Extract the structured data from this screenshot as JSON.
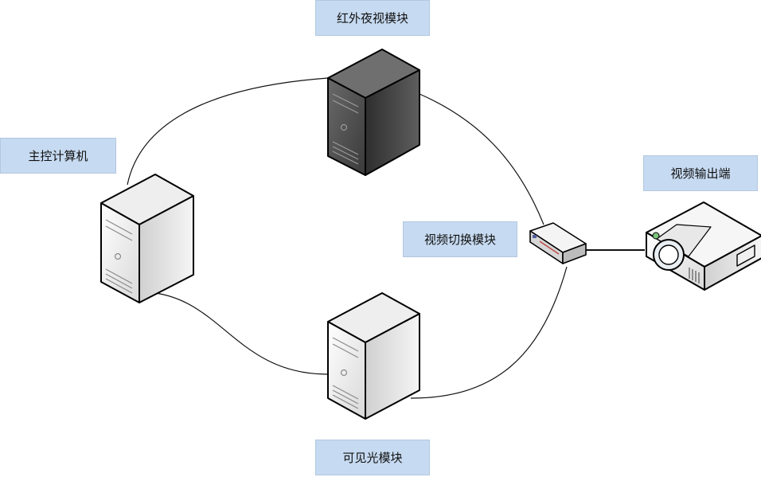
{
  "labels": {
    "infrared_module": "红外夜视模块",
    "main_computer": "主控计算机",
    "video_switch": "视频切换模块",
    "video_output": "视频输出端",
    "visible_module": "可见光模块"
  },
  "colors": {
    "label_fill": "#c6daf1",
    "server_light": "#f2f2f2",
    "server_dark": "#4a4a4a",
    "line": "#111111"
  }
}
